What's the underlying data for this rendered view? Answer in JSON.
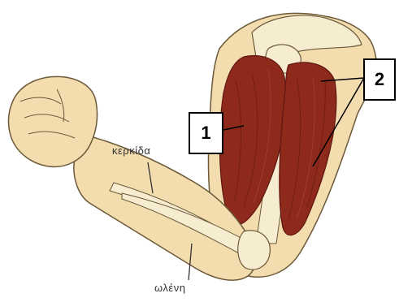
{
  "labels": {
    "muscle_1": "1",
    "muscle_2": "2",
    "radius": "κερκίδα",
    "ulna": "ωλένη"
  },
  "colors": {
    "skin": "#f3dcae",
    "skin_shadow": "#e2c08a",
    "outline": "#6b5a3a",
    "muscle": "#8e2a1c",
    "muscle_dark": "#5e1510",
    "bone": "#f6ecd0"
  }
}
